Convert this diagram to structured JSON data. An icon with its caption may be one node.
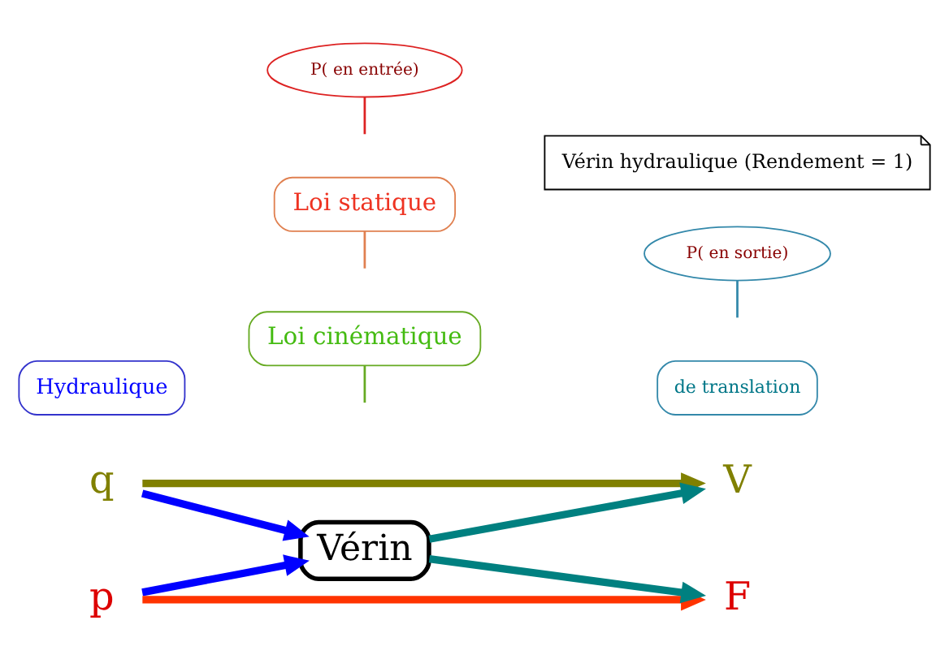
{
  "diagram": {
    "nodes": [
      {
        "text": [
          "q"
        ]
      },
      {
        "text": [
          "p"
        ]
      },
      {
        "text": [
          "Vérin"
        ]
      },
      {
        "text": [
          "V"
        ]
      },
      {
        "text": [
          "F"
        ]
      },
      {
        "text": [
          "Loi cinématique"
        ]
      },
      {
        "text": [
          "Loi statique"
        ]
      },
      {
        "text": [
          "Hydraulique"
        ]
      },
      {
        "text": [
          "de translation"
        ]
      },
      {
        "text": [
          "P( en entrée)"
        ]
      },
      {
        "text": [
          "P( en sortie)"
        ]
      },
      {
        "text": [
          "Vérin hydraulique (Rendement = 1)"
        ]
      }
    ],
    "edges": [
      {
        "from": 0,
        "to": 3,
        "arrow": "to",
        "color": "#808000"
      },
      {
        "from": 1,
        "to": 4,
        "arrow": "to",
        "color": "#ff3300"
      },
      {
        "from": 0,
        "to": 2,
        "arrow": "to",
        "color": "#0000ff"
      },
      {
        "from": 1,
        "to": 2,
        "arrow": "to",
        "color": "#0000ff"
      },
      {
        "from": 2,
        "to": 3,
        "arrow": "to",
        "color": "#008080"
      },
      {
        "from": 2,
        "to": 4,
        "arrow": "to",
        "color": "#008080"
      },
      {
        "from": 5,
        "to": null,
        "arrow": "none",
        "color": "#66aa22"
      },
      {
        "from": 6,
        "to": null,
        "arrow": "none",
        "color": "#e08050"
      },
      {
        "from": 9,
        "to": null,
        "arrow": "none",
        "color": "#dd2222"
      },
      {
        "from": 10,
        "to": null,
        "arrow": "none",
        "color": "#3388aa"
      }
    ]
  }
}
